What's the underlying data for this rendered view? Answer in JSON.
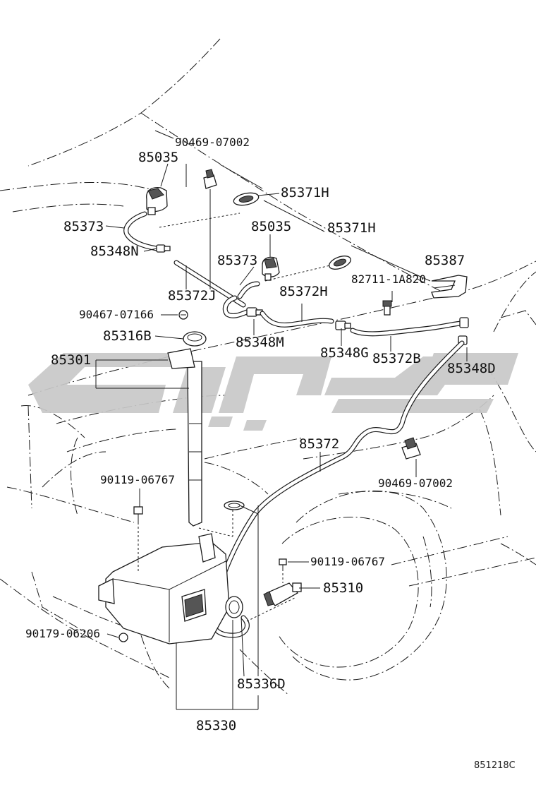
{
  "watermark": {
    "color": "#c8c8c8"
  },
  "labels": {
    "p90469_07002_top": "90469-07002",
    "p85035_left": "85035",
    "p85371H_a": "85371H",
    "p85373_left": "85373",
    "p85035_mid": "85035",
    "p85371H_b": "85371H",
    "p85348N": "85348N",
    "p85373_mid": "85373",
    "p85387": "85387",
    "p82711": "82711-1A820",
    "p85372J": "85372J",
    "p85372H": "85372H",
    "p90467": "90467-07166",
    "p85316B": "85316B",
    "p85348M": "85348M",
    "p85348G": "85348G",
    "p85372B": "85372B",
    "p85301": "85301",
    "p85348D": "85348D",
    "p85372": "85372",
    "p90119_left": "90119-06767",
    "p90469_07002_right": "90469-07002",
    "p90119_right": "90119-06767",
    "p85310": "85310",
    "p90179": "90179-06206",
    "p85336D": "85336D",
    "p85330": "85330"
  },
  "diagram_code": "851218C"
}
